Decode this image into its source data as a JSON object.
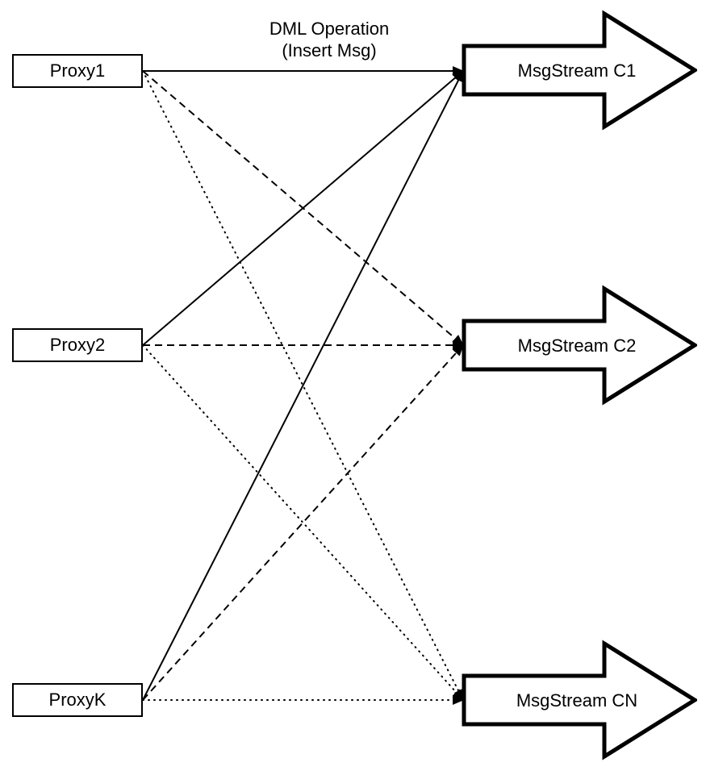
{
  "diagram": {
    "annotation": {
      "line1": "DML Operation",
      "line2": "(Insert Msg)"
    },
    "proxies": [
      {
        "label": "Proxy1"
      },
      {
        "label": "Proxy2"
      },
      {
        "label": "ProxyK"
      }
    ],
    "streams": [
      {
        "label": "MsgStream C1"
      },
      {
        "label": "MsgStream C2"
      },
      {
        "label": "MsgStream CN"
      }
    ],
    "edges": [
      {
        "from": 0,
        "to": 0,
        "style": "solid"
      },
      {
        "from": 0,
        "to": 1,
        "style": "dashed"
      },
      {
        "from": 0,
        "to": 2,
        "style": "dotted"
      },
      {
        "from": 1,
        "to": 0,
        "style": "solid"
      },
      {
        "from": 1,
        "to": 1,
        "style": "dashed"
      },
      {
        "from": 1,
        "to": 2,
        "style": "dotted"
      },
      {
        "from": 2,
        "to": 0,
        "style": "solid"
      },
      {
        "from": 2,
        "to": 1,
        "style": "dashed"
      },
      {
        "from": 2,
        "to": 2,
        "style": "dotted"
      }
    ],
    "colors": {
      "line": "#000000",
      "shape_fill": "#ffffff",
      "text": "#000000",
      "background": "#ffffff"
    }
  }
}
